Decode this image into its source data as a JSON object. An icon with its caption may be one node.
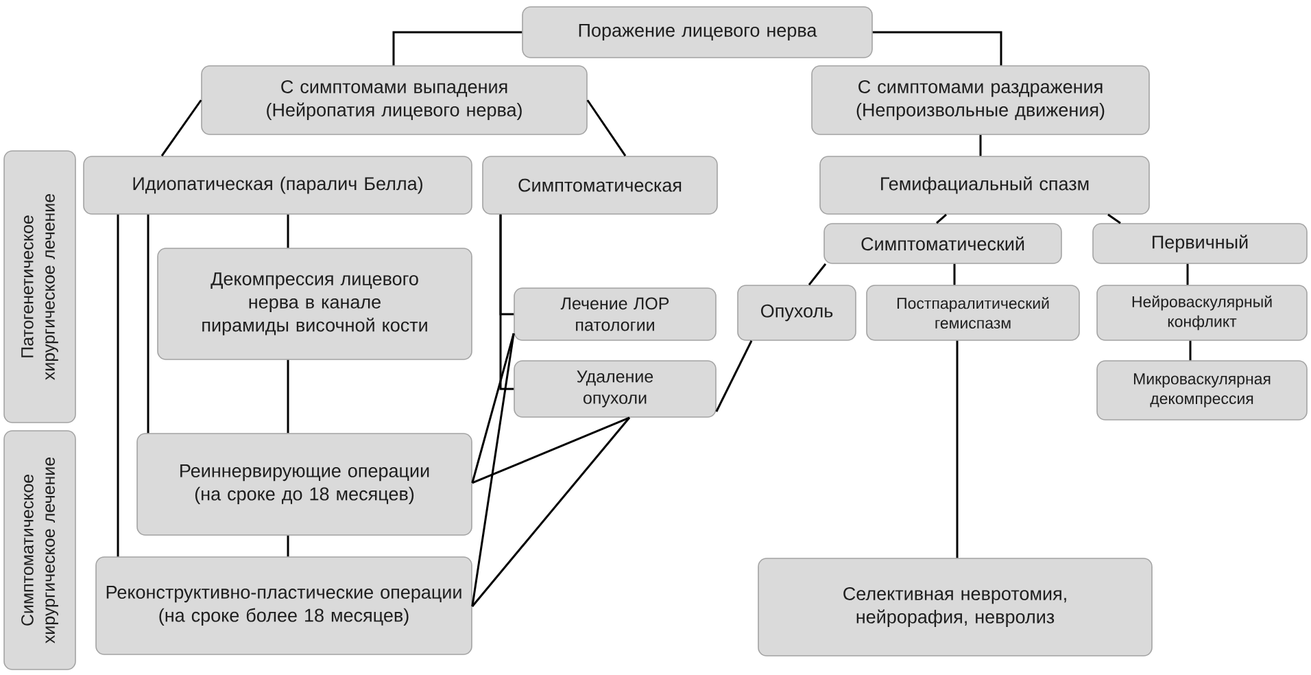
{
  "diagram": {
    "nodes": [
      {
        "text": [
          "Поражение лицевого нерва"
        ]
      },
      {
        "text": [
          "С симптомами выпадения",
          "(Нейропатия лицевого нерва)"
        ]
      },
      {
        "text": [
          "С симптомами раздражения",
          "(Непроизвольные движения)"
        ]
      },
      {
        "text": [
          "Идиопатическая (паралич Белла)"
        ]
      },
      {
        "text": [
          "Симптоматическая"
        ]
      },
      {
        "text": [
          "Гемифациальный спазм"
        ]
      },
      {
        "text": [
          "Симптоматический"
        ]
      },
      {
        "text": [
          "Первичный"
        ]
      },
      {
        "text": [
          "Декомпрессия лицевого нерва в канале пирамиды височной кости"
        ]
      },
      {
        "text": [
          "Лечение ЛОР патологии"
        ]
      },
      {
        "text": [
          "Опухоль"
        ]
      },
      {
        "text": [
          "Постпаралитический гемиспазм"
        ]
      },
      {
        "text": [
          "Нейроваскулярный конфликт"
        ]
      },
      {
        "text": [
          "Удаление опухоли"
        ]
      },
      {
        "text": [
          "Микроваскулярная декомпрессия"
        ]
      },
      {
        "text": [
          "Реиннервирующие операции",
          "(на сроке до 18 месяцев)"
        ]
      },
      {
        "text": [
          "Реконструктивно-пластические операции",
          "(на сроке более 18 месяцев)"
        ]
      },
      {
        "text": [
          "Селективная невротомия, нейрорафия, невролиз"
        ]
      },
      {
        "text": [
          "Патогенетическое хирургическое лечение"
        ]
      },
      {
        "text": [
          "Симптоматическое хирургическое лечение"
        ]
      }
    ],
    "edges": [
      {
        "from": 0,
        "to": 1,
        "arrow": "none"
      },
      {
        "from": 0,
        "to": 2,
        "arrow": "none"
      },
      {
        "from": 1,
        "to": 3,
        "arrow": "none"
      },
      {
        "from": 1,
        "to": 4,
        "arrow": "none"
      },
      {
        "from": 2,
        "to": 5,
        "arrow": "none"
      },
      {
        "from": 5,
        "to": 6,
        "arrow": "none"
      },
      {
        "from": 5,
        "to": 7,
        "arrow": "none"
      },
      {
        "from": 3,
        "to": 8,
        "arrow": "none"
      },
      {
        "from": 3,
        "to": 15,
        "arrow": "none"
      },
      {
        "from": 3,
        "to": 16,
        "arrow": "none"
      },
      {
        "from": 8,
        "to": 15,
        "arrow": "none"
      },
      {
        "from": 15,
        "to": 16,
        "arrow": "none"
      },
      {
        "from": 4,
        "to": 9,
        "arrow": "none"
      },
      {
        "from": 4,
        "to": 13,
        "arrow": "none"
      },
      {
        "from": 9,
        "to": 15,
        "arrow": "none"
      },
      {
        "from": 9,
        "to": 16,
        "arrow": "none"
      },
      {
        "from": 13,
        "to": 15,
        "arrow": "none"
      },
      {
        "from": 13,
        "to": 16,
        "arrow": "none"
      },
      {
        "from": 10,
        "to": 13,
        "arrow": "none"
      },
      {
        "from": 6,
        "to": 10,
        "arrow": "none"
      },
      {
        "from": 6,
        "to": 11,
        "arrow": "none"
      },
      {
        "from": 7,
        "to": 12,
        "arrow": "none"
      },
      {
        "from": 11,
        "to": 17,
        "arrow": "none"
      },
      {
        "from": 12,
        "to": 14,
        "arrow": "none"
      }
    ]
  }
}
